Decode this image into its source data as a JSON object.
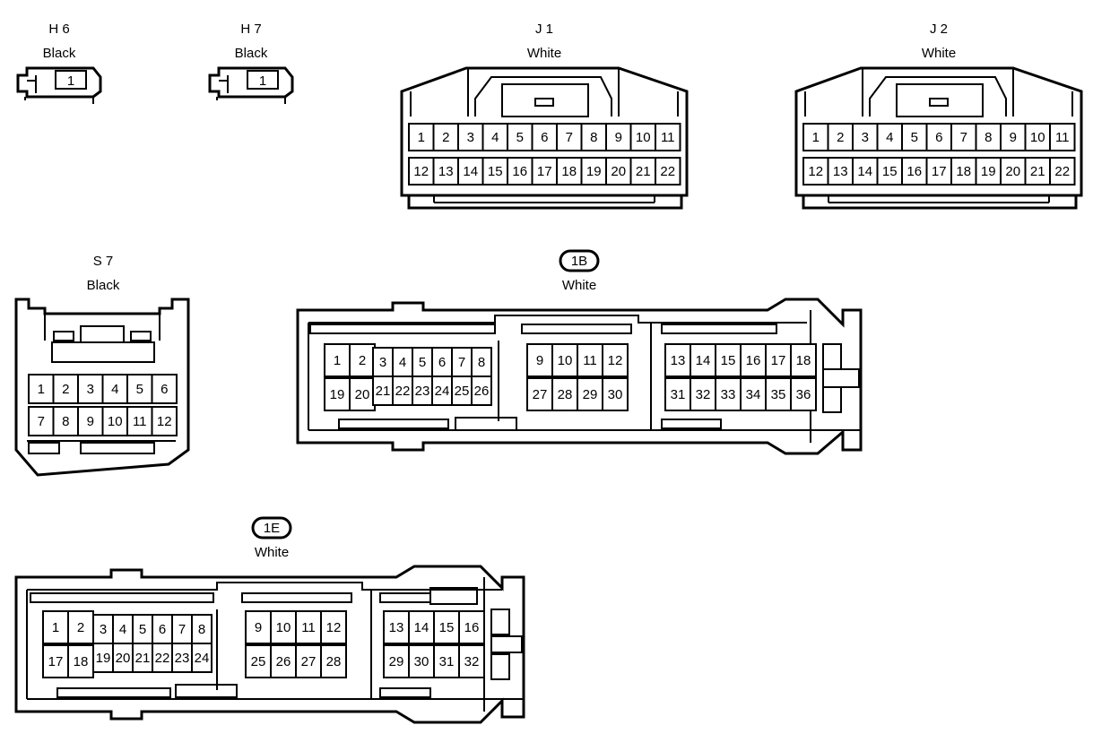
{
  "connectors": [
    {
      "key": "h6",
      "id": "H 6",
      "color": "Black",
      "pins": [
        "1"
      ]
    },
    {
      "key": "h7",
      "id": "H 7",
      "color": "Black",
      "pins": [
        "1"
      ]
    },
    {
      "key": "j1",
      "id": "J 1",
      "color": "White",
      "pins": [
        "1",
        "2",
        "3",
        "4",
        "5",
        "6",
        "7",
        "8",
        "9",
        "10",
        "11",
        "12",
        "13",
        "14",
        "15",
        "16",
        "17",
        "18",
        "19",
        "20",
        "21",
        "22"
      ]
    },
    {
      "key": "j2",
      "id": "J 2",
      "color": "White",
      "pins": [
        "1",
        "2",
        "3",
        "4",
        "5",
        "6",
        "7",
        "8",
        "9",
        "10",
        "11",
        "12",
        "13",
        "14",
        "15",
        "16",
        "17",
        "18",
        "19",
        "20",
        "21",
        "22"
      ]
    },
    {
      "key": "s7",
      "id": "S 7",
      "color": "Black",
      "pins": [
        "1",
        "2",
        "3",
        "4",
        "5",
        "6",
        "7",
        "8",
        "9",
        "10",
        "11",
        "12"
      ]
    },
    {
      "key": "c1b",
      "id": "1B",
      "color": "White",
      "pins": [
        "1",
        "2",
        "3",
        "4",
        "5",
        "6",
        "7",
        "8",
        "9",
        "10",
        "11",
        "12",
        "13",
        "14",
        "15",
        "16",
        "17",
        "18",
        "19",
        "20",
        "21",
        "22",
        "23",
        "24",
        "25",
        "26",
        "27",
        "28",
        "29",
        "30",
        "31",
        "32",
        "33",
        "34",
        "35",
        "36"
      ]
    },
    {
      "key": "c1e",
      "id": "1E",
      "color": "White",
      "pins": [
        "1",
        "2",
        "3",
        "4",
        "5",
        "6",
        "7",
        "8",
        "9",
        "10",
        "11",
        "12",
        "13",
        "14",
        "15",
        "16",
        "17",
        "18",
        "19",
        "20",
        "21",
        "22",
        "23",
        "24",
        "25",
        "26",
        "27",
        "28",
        "29",
        "30",
        "31",
        "32"
      ]
    }
  ]
}
